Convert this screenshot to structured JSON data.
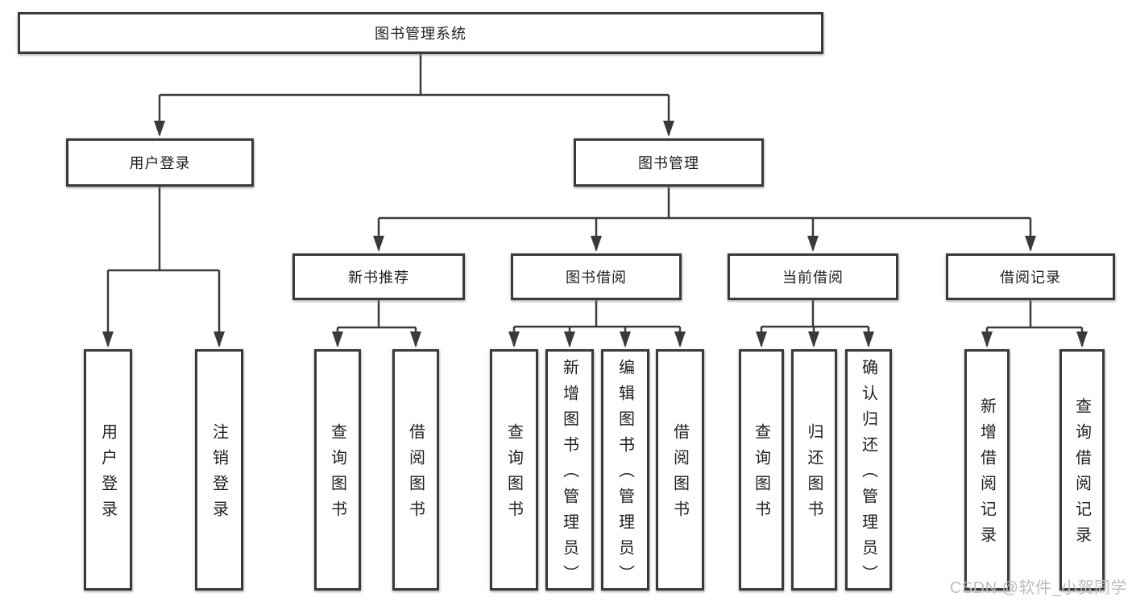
{
  "colors": {
    "border": "#3a3a3a",
    "line": "#3a3a3a",
    "text": "#1f1f1f",
    "watermark": "#bdbdbd",
    "background": "#ffffff"
  },
  "diagram": {
    "type": "hierarchy-tree",
    "root": {
      "label": "图书管理系统"
    },
    "level2": {
      "user_login": {
        "label": "用户登录"
      },
      "book_management": {
        "label": "图书管理"
      }
    },
    "level3": {
      "new_book_recommend": {
        "label": "新书推荐",
        "parent": "图书管理"
      },
      "book_borrow": {
        "label": "图书借阅",
        "parent": "图书管理"
      },
      "current_borrow": {
        "label": "当前借阅",
        "parent": "图书管理"
      },
      "borrow_records": {
        "label": "借阅记录",
        "parent": "图书管理"
      }
    },
    "leaves": {
      "user_login": {
        "label": "用户登录",
        "parent": "用户登录"
      },
      "logout": {
        "label": "注销登录",
        "parent": "用户登录"
      },
      "nb_query_books": {
        "label": "查询图书",
        "parent": "新书推荐"
      },
      "nb_borrow_books": {
        "label": "借阅图书",
        "parent": "新书推荐"
      },
      "bw_query_books": {
        "label": "查询图书",
        "parent": "图书借阅"
      },
      "bw_add_books": {
        "label": "新增图书（管理员）",
        "parent": "图书借阅"
      },
      "bw_edit_books": {
        "label": "编辑图书（管理员）",
        "parent": "图书借阅"
      },
      "bw_borrow_books": {
        "label": "借阅图书",
        "parent": "图书借阅"
      },
      "cb_query_books": {
        "label": "查询图书",
        "parent": "当前借阅"
      },
      "cb_return_books": {
        "label": "归还图书",
        "parent": "当前借阅"
      },
      "cb_confirm_return": {
        "label": "确认归还（管理员）",
        "parent": "当前借阅"
      },
      "br_add_record": {
        "label": "新增借阅记录",
        "parent": "借阅记录"
      },
      "br_query_record": {
        "label": "查询借阅记录",
        "parent": "借阅记录"
      }
    }
  },
  "watermark": {
    "text": "CSDN @软件_小贺同学"
  }
}
